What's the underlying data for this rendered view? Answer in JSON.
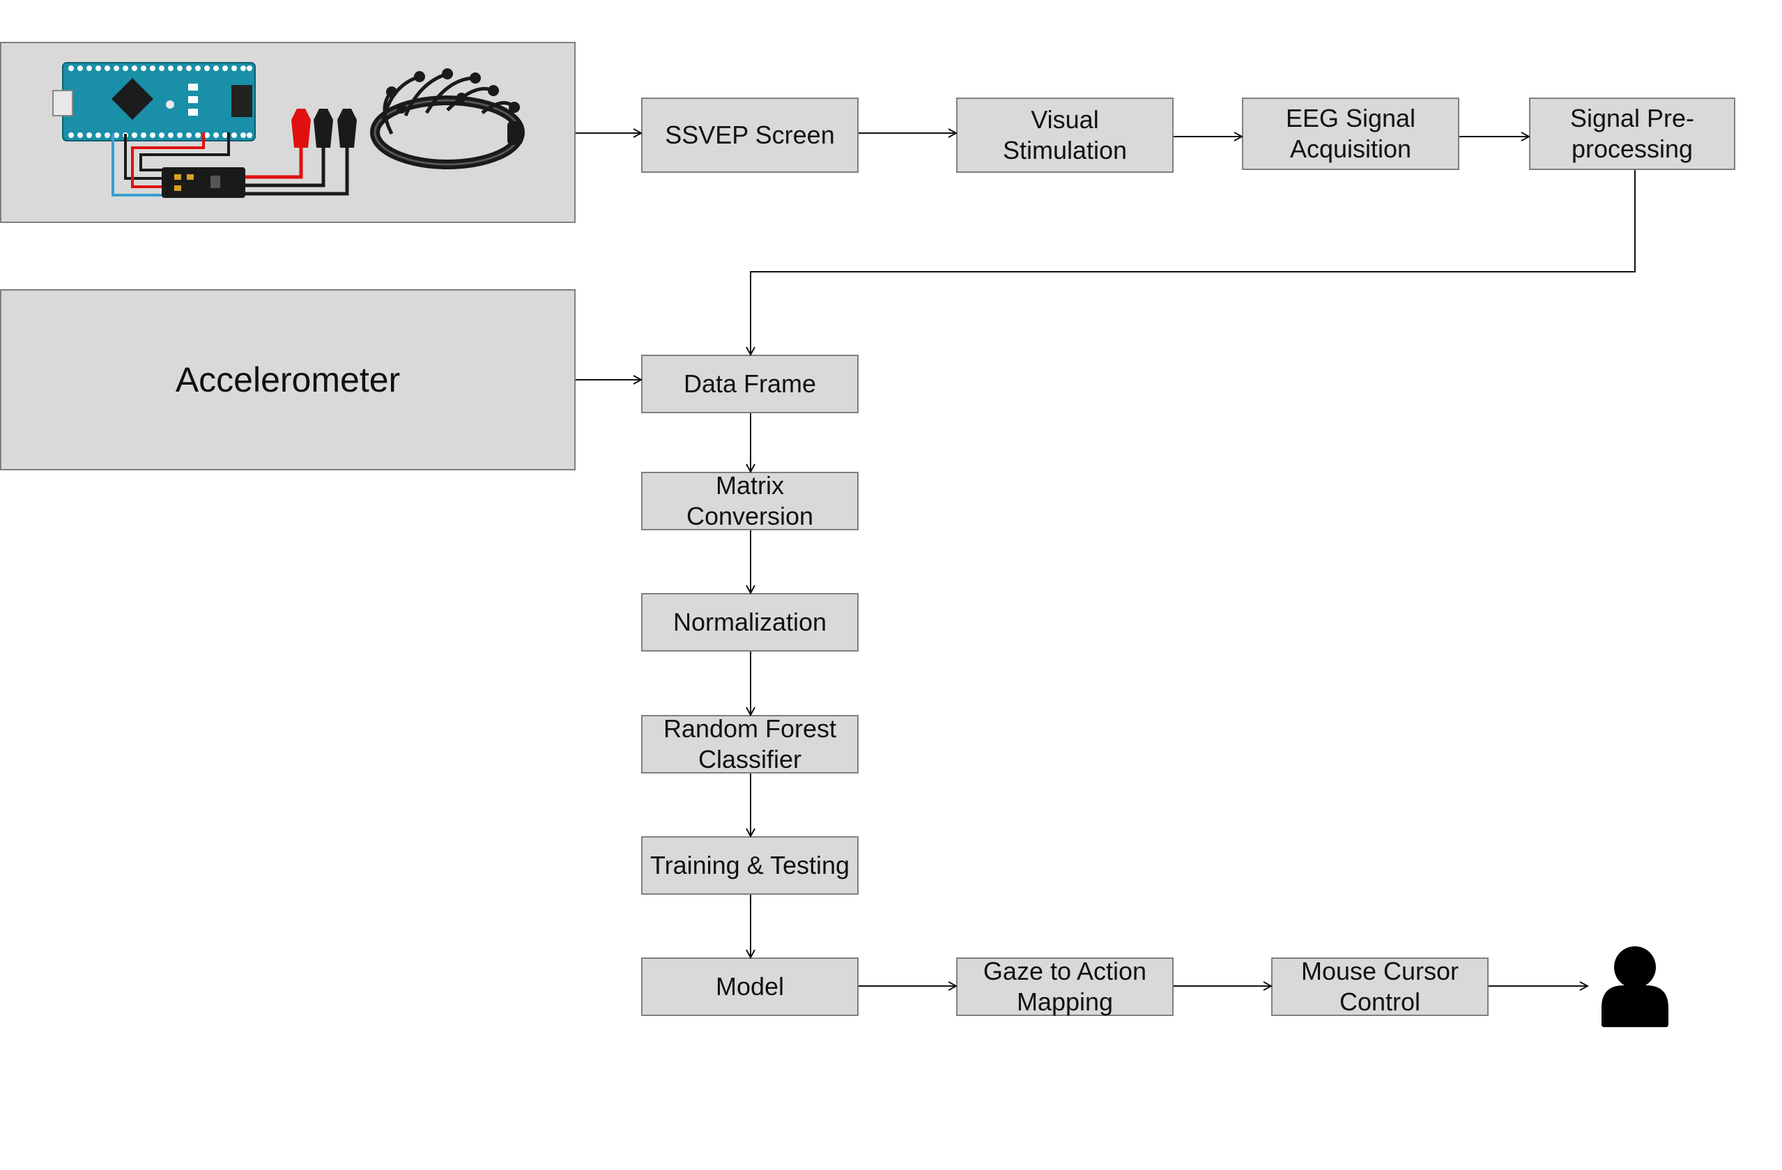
{
  "diagram": {
    "hardware_panel": {
      "image": "arduino-board-eeg-headset-illustration"
    },
    "accelerometer_panel": {
      "label": "Accelerometer"
    },
    "nodes": {
      "ssvep_screen": "SSVEP Screen",
      "visual_stimulation": "Visual\nStimulation",
      "eeg_signal_acquisition": "EEG Signal\nAcquisition",
      "signal_preprocessing": "Signal Pre-\nprocessing",
      "data_frame": "Data Frame",
      "matrix_conversion": "Matrix\nConversion",
      "normalization": "Normalization",
      "random_forest_classifier": "Random Forest\nClassifier",
      "training_testing": "Training & Testing",
      "model": "Model",
      "gaze_to_action_mapping": "Gaze to Action\nMapping",
      "mouse_cursor_control": "Mouse Cursor\nControl"
    },
    "end_icon": "user-icon"
  },
  "colors": {
    "box_fill": "#d9d9d9",
    "box_border": "#7f7f7f",
    "arrow": "#111111",
    "board_blue": "#1a8fa8",
    "wire_red": "#e01010",
    "wire_black": "#1a1a1a"
  }
}
